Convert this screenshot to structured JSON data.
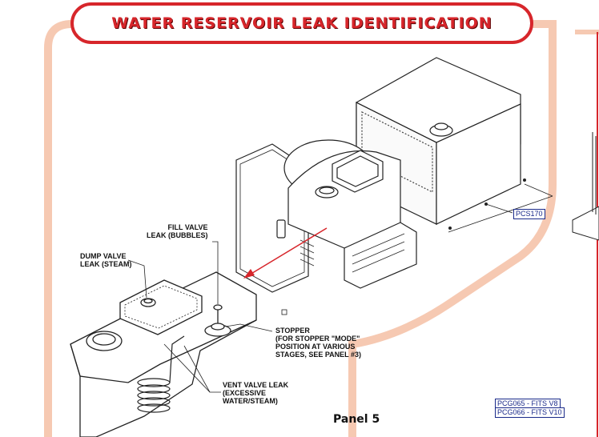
{
  "title": "WATER RESERVOIR LEAK IDENTIFICATION",
  "panel_label": "Panel 5",
  "callouts": {
    "fill_valve": "FILL VALVE\nLEAK (BUBBLES)",
    "dump_valve": "DUMP VALVE\nLEAK (STEAM)",
    "stopper": "STOPPER\n(FOR STOPPER \"MODE\"\nPOSITION AT VARIOUS\nSTAGES, SEE PANEL #3)",
    "vent_valve": "VENT VALVE LEAK\n(EXCESSIVE\nWATER/STEAM)"
  },
  "part_labels": {
    "pcs170": "PCS170",
    "pcg065": "PCG065 - FITS V8",
    "pcg066": "PCG066 - FITS V10"
  },
  "colors": {
    "title_red": "#d7262b",
    "frame_peach": "#f6c9b2",
    "arrow_red": "#d7262b",
    "label_blue": "#1a2a8a"
  }
}
